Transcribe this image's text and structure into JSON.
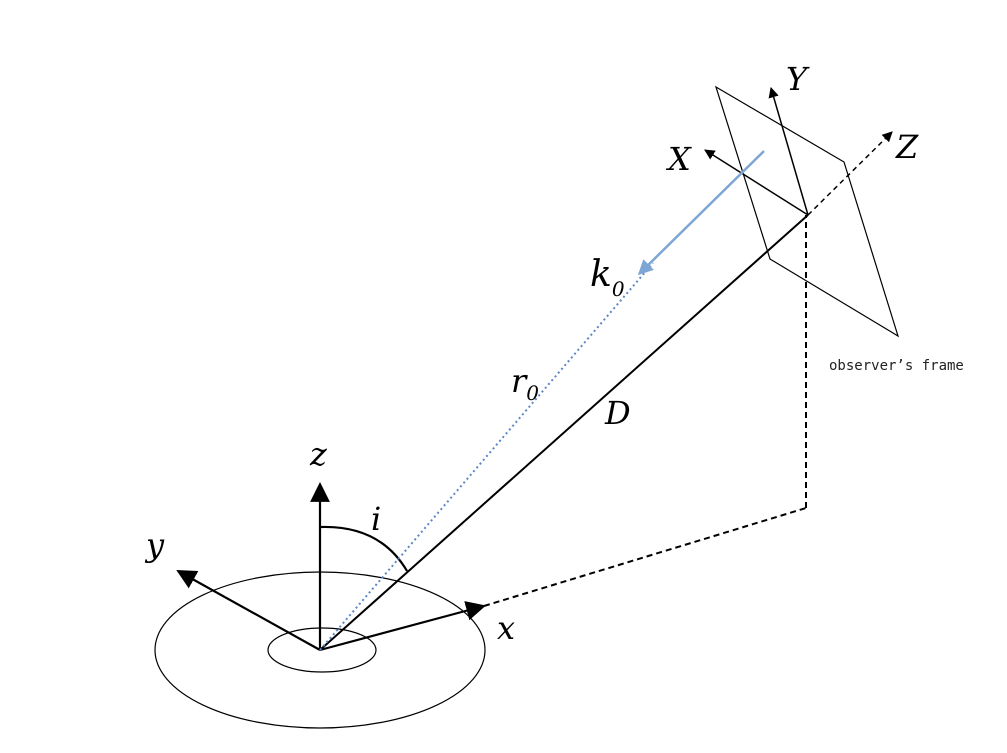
{
  "labels": {
    "z_axis": "z",
    "y_axis": "y",
    "x_axis": "x",
    "inclination": "i",
    "r0_main": "r",
    "r0_sub": "0",
    "distance": "D",
    "k0_main": "k",
    "k0_sub": "0",
    "X_axis": "X",
    "Y_axis": "Y",
    "Z_axis": "Z",
    "observer_caption": "observer’s frame"
  },
  "colors": {
    "ink": "#000000",
    "k0_arrow": "#7ea6d4",
    "r0_dotted": "#5b87c5"
  }
}
